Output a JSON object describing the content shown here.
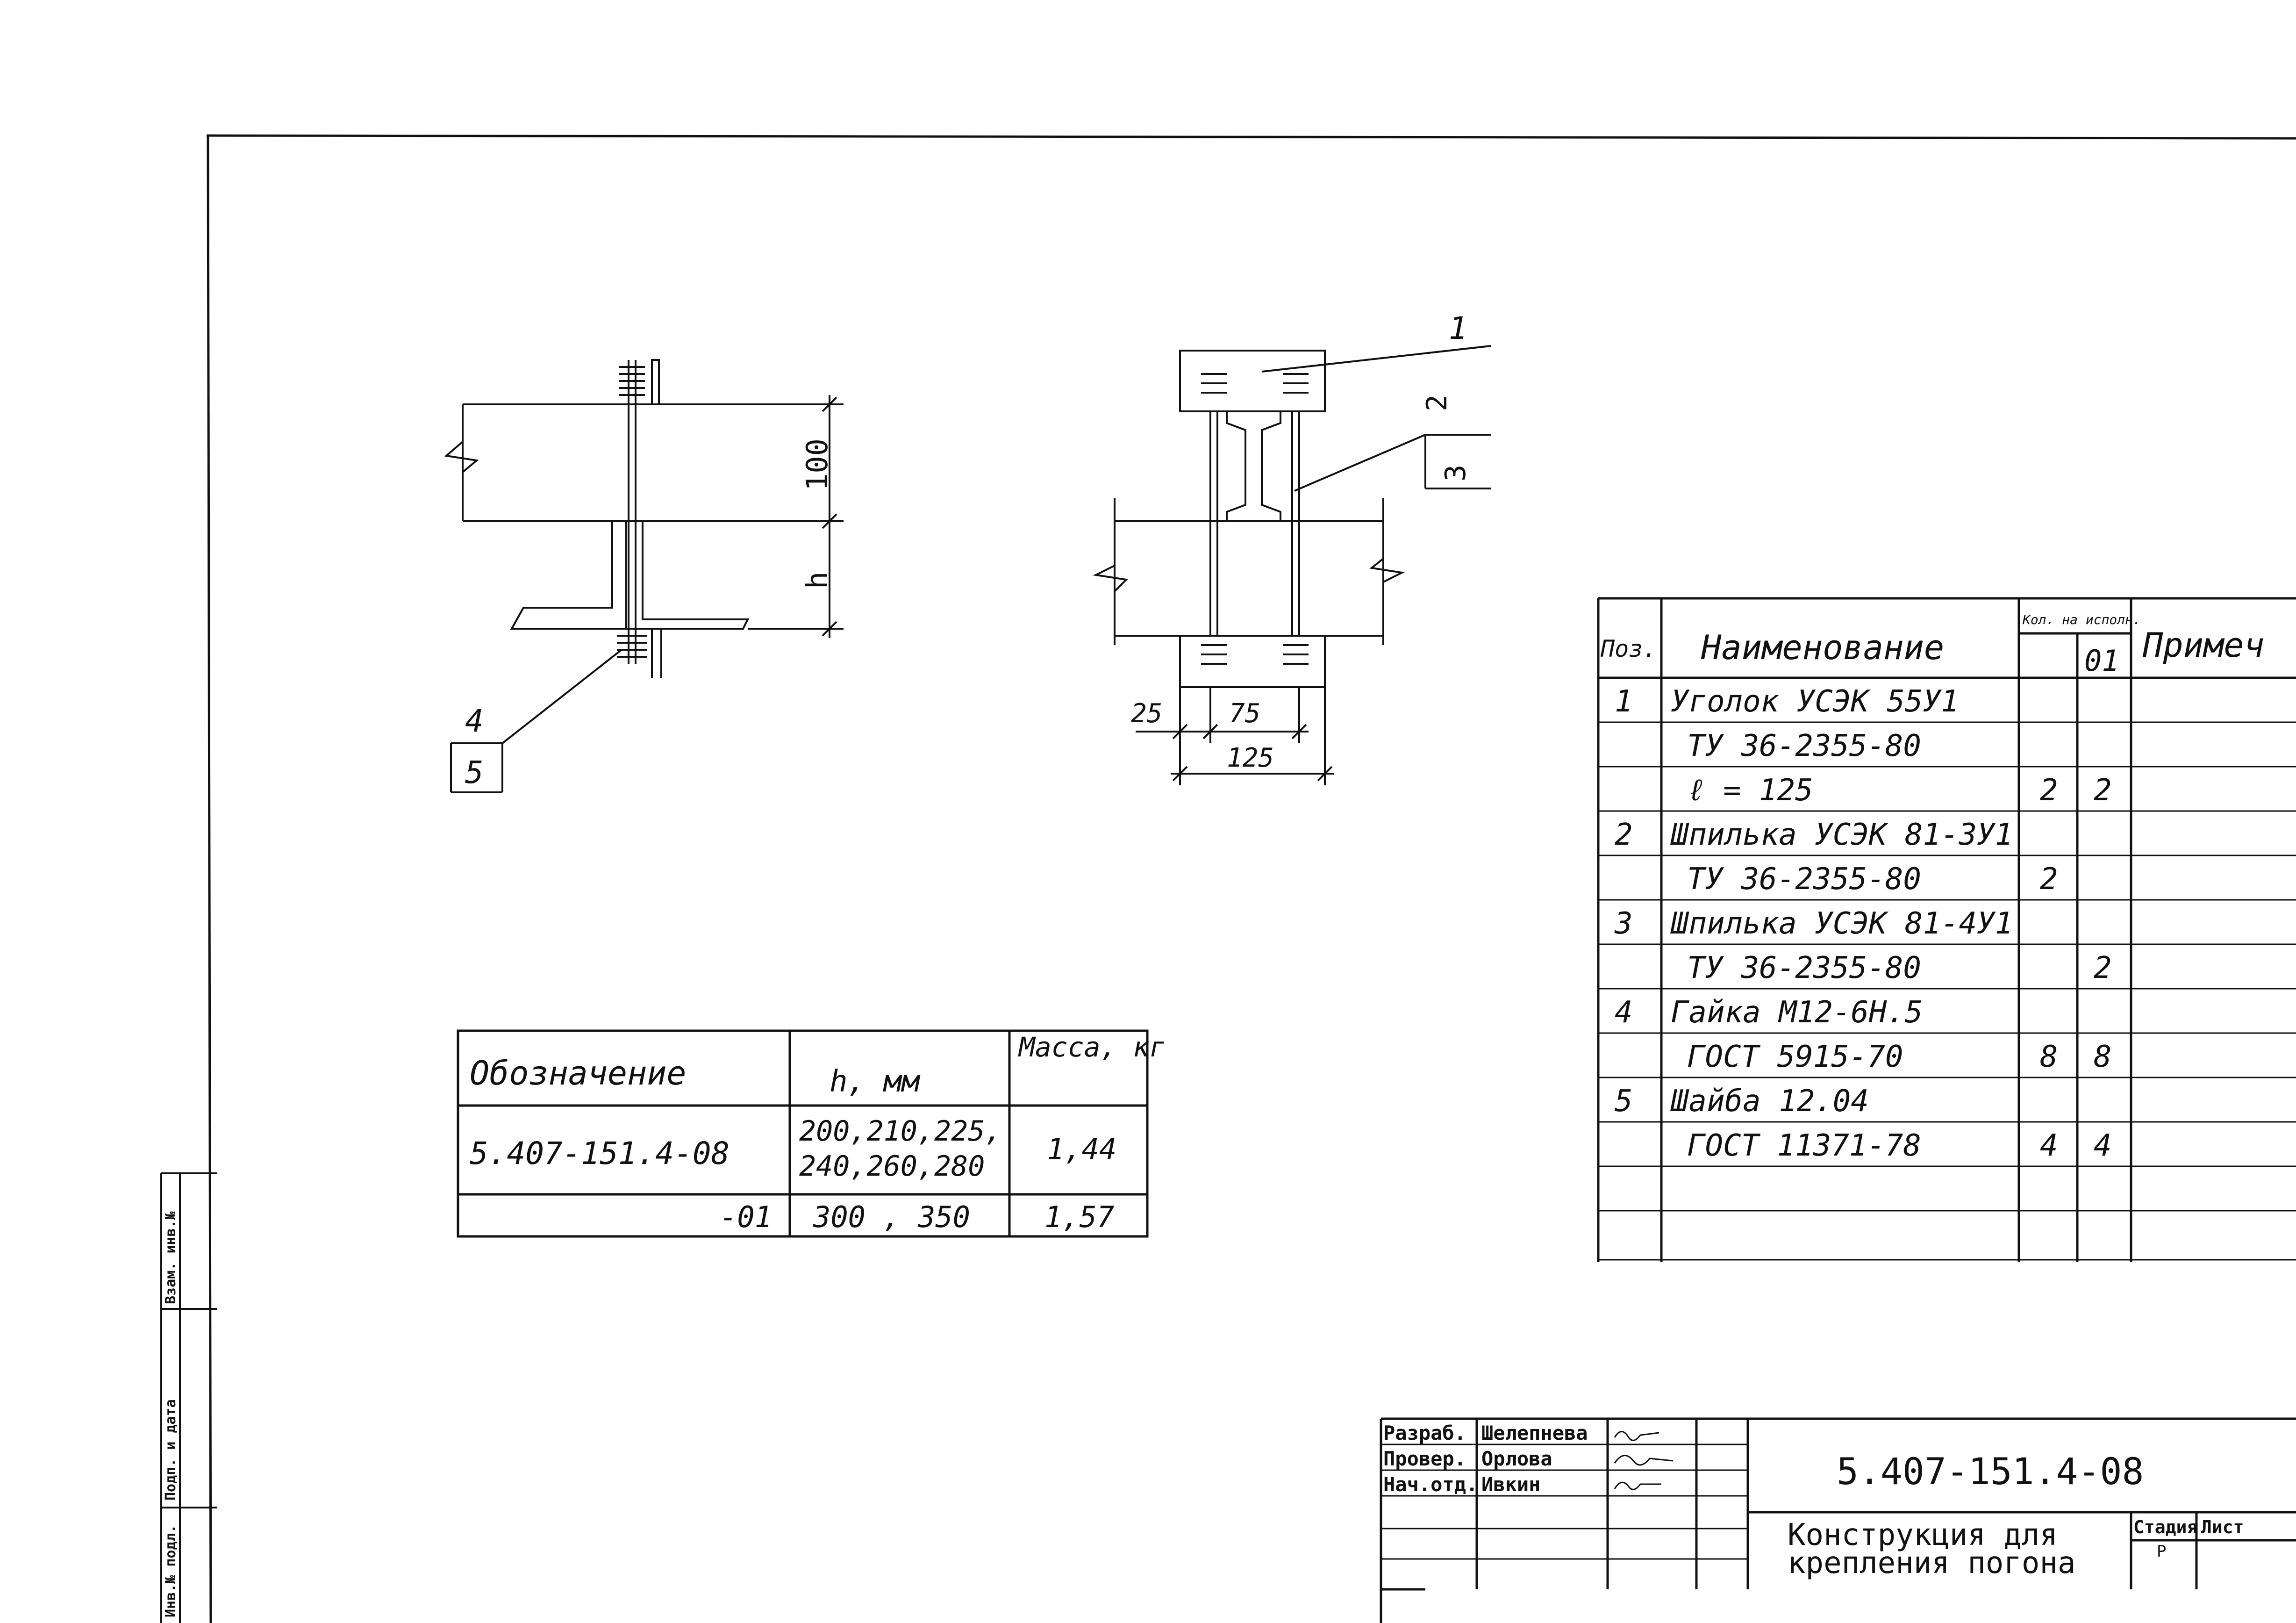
{
  "drawing": {
    "view1": {
      "dim_100": "100",
      "dim_h": "h",
      "leader_top": "4",
      "leader_bottom": "5"
    },
    "view2": {
      "leader_1": "1",
      "leader_2": "2",
      "leader_3": "3",
      "dim_25": "25",
      "dim_75": "75",
      "dim_125": "125"
    }
  },
  "variants_table": {
    "headers": {
      "designation": "Обозначение",
      "h": "h, мм",
      "mass": "Масса, кг"
    },
    "rows": [
      {
        "designation": "5.407-151.4-08",
        "h_line1": "200,210,225,",
        "h_line2": "240,260,280",
        "mass": "1,44"
      },
      {
        "designation": "-01",
        "h_line1": "300 , 350",
        "h_line2": "",
        "mass": "1,57"
      }
    ]
  },
  "spec_table": {
    "headers": {
      "pos": "Поз.",
      "name": "Наименование",
      "qty": "Кол. на исполн.",
      "qty_sub": "01",
      "note": "Примеч"
    },
    "rows": [
      {
        "pos": "1",
        "name": "Уголок УСЭК 55У1",
        "q1": "",
        "q2": ""
      },
      {
        "pos": "",
        "name": "ТУ 36-2355-80",
        "q1": "",
        "q2": ""
      },
      {
        "pos": "",
        "name": "ℓ = 125",
        "q1": "2",
        "q2": "2"
      },
      {
        "pos": "2",
        "name": "Шпилька УСЭК 81-3У1",
        "q1": "",
        "q2": ""
      },
      {
        "pos": "",
        "name": "ТУ 36-2355-80",
        "q1": "2",
        "q2": ""
      },
      {
        "pos": "3",
        "name": "Шпилька УСЭК 81-4У1",
        "q1": "",
        "q2": ""
      },
      {
        "pos": "",
        "name": "ТУ 36-2355-80",
        "q1": "",
        "q2": "2"
      },
      {
        "pos": "4",
        "name": "Гайка М12-6Н.5",
        "q1": "",
        "q2": ""
      },
      {
        "pos": "",
        "name": "ГОСТ 5915-70",
        "q1": "8",
        "q2": "8"
      },
      {
        "pos": "5",
        "name": "Шайба 12.04",
        "q1": "",
        "q2": ""
      },
      {
        "pos": "",
        "name": "ГОСТ 11371-78",
        "q1": "4",
        "q2": "4"
      },
      {
        "pos": "",
        "name": "",
        "q1": "",
        "q2": ""
      },
      {
        "pos": "",
        "name": "",
        "q1": "",
        "q2": ""
      }
    ]
  },
  "title_block": {
    "roles": [
      {
        "role": "Разраб.",
        "name": "Шелепнева"
      },
      {
        "role": "Провер.",
        "name": "Орлова"
      },
      {
        "role": "Нач.отд.",
        "name": "Ивкин"
      }
    ],
    "doc_number": "5.407-151.4-08",
    "title_line1": "Конструкция для",
    "title_line2": "крепления погона",
    "stage_label": "Стадия",
    "sheet_label": "Лист",
    "stage_value": "Р"
  },
  "margin_stamp": {
    "col1": "Инв.№ подл.",
    "col2": "Подп. и дата",
    "col3": "Взам. инв.№"
  }
}
